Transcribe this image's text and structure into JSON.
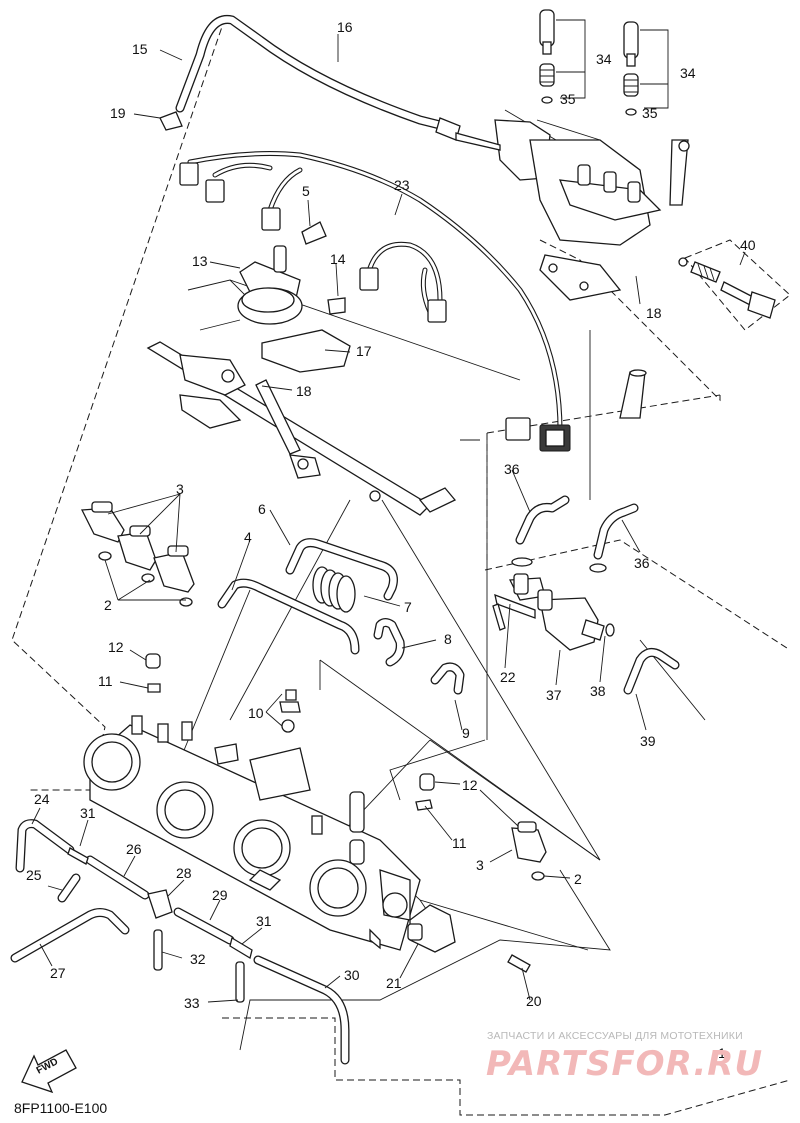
{
  "diagram": {
    "code": "8FP1100-E100",
    "fwd_label": "FWD",
    "watermark": {
      "top_line": "ЗАПЧАСТИ И АКСЕССУАРЫ ДЛЯ МОТОТЕХНИКИ",
      "logo": "PARTSFOR.RU"
    },
    "callouts": {
      "c1": "1",
      "c2a": "2",
      "c2b": "2",
      "c3a": "3",
      "c3b": "3",
      "c4": "4",
      "c5": "5",
      "c6": "6",
      "c7": "7",
      "c8": "8",
      "c9": "9",
      "c10": "10",
      "c11a": "11",
      "c11b": "11",
      "c12a": "12",
      "c12b": "12",
      "c13": "13",
      "c14": "14",
      "c15": "15",
      "c16": "16",
      "c17": "17",
      "c18a": "18",
      "c18b": "18",
      "c19": "19",
      "c20": "20",
      "c21": "21",
      "c22": "22",
      "c23": "23",
      "c24": "24",
      "c25": "25",
      "c26": "26",
      "c27": "27",
      "c28": "28",
      "c29": "29",
      "c30": "30",
      "c31a": "31",
      "c31b": "31",
      "c32": "32",
      "c33": "33",
      "c34a": "34",
      "c34b": "34",
      "c35a": "35",
      "c35b": "35",
      "c36a": "36",
      "c36b": "36",
      "c37": "37",
      "c38": "38",
      "c39": "39",
      "c40": "40"
    }
  }
}
